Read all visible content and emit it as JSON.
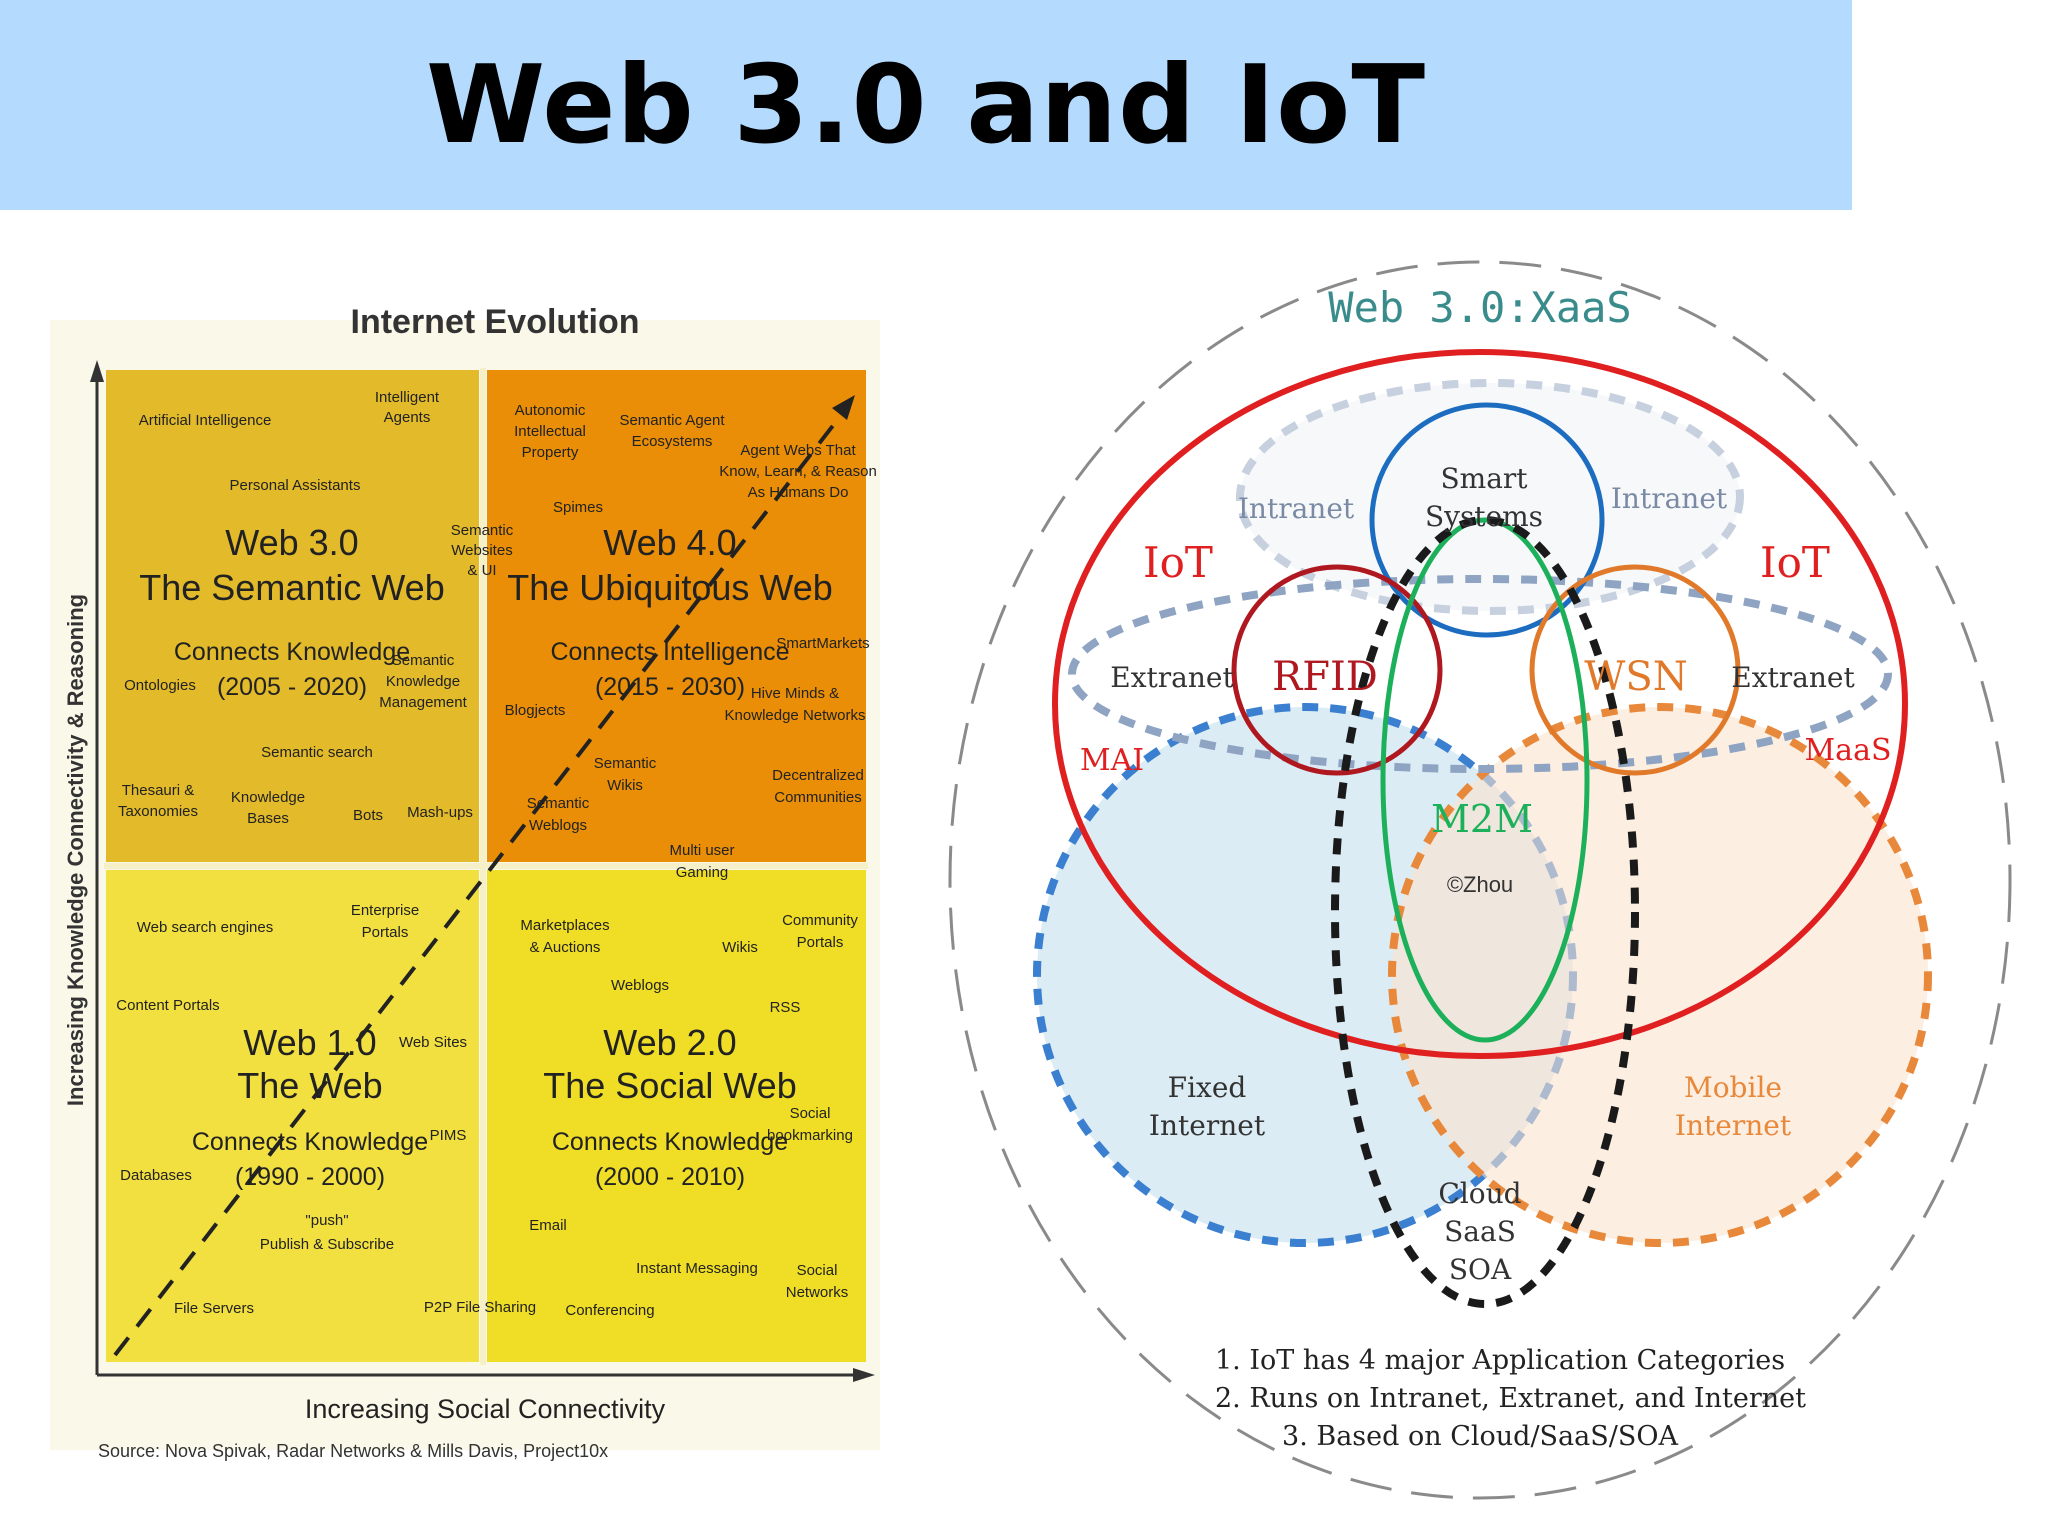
{
  "slide": {
    "title": "Web 3.0 and IoT"
  },
  "evolution": {
    "title": "Internet Evolution",
    "ylabel": "Increasing Knowledge Connectivity & Reasoning",
    "xlabel": "Increasing Social Connectivity",
    "source": "Source: Nova Spivak, Radar Networks & Mills Davis, Project10x",
    "colors": {
      "q1": "#e2ba2a",
      "q2": "#e98e06",
      "q3": "#f2e040",
      "q4": "#f0de26",
      "frame": "#f1efc0"
    },
    "quadrants": {
      "web3": {
        "line1": "Web 3.0",
        "line2": "The Semantic Web",
        "line3": "Connects Knowledge",
        "line4": "(2005 - 2020)"
      },
      "web4": {
        "line1": "Web 4.0",
        "line2": "The Ubiquitous Web",
        "line3": "Connects Intelligence",
        "line4": "(2015 - 2030)"
      },
      "web1": {
        "line1": "Web 1.0",
        "line2": "The Web",
        "line3": "Connects Knowledge",
        "line4": "(1990 - 2000)"
      },
      "web2": {
        "line1": "Web 2.0",
        "line2": "The Social Web",
        "line3": "Connects Knowledge",
        "line4": "(2000 - 2010)"
      }
    },
    "labels": {
      "ai": "Artificial Intelligence",
      "intelligent_agents": [
        "Intelligent",
        "Agents"
      ],
      "personal_assistants": "Personal Assistants",
      "semantic_websites": [
        "Semantic",
        "Websites",
        "& UI"
      ],
      "ontologies": "Ontologies",
      "semantic_km": [
        "Semantic",
        "Knowledge",
        "Management"
      ],
      "semantic_search": "Semantic search",
      "thesauri": [
        "Thesauri &",
        "Taxonomies"
      ],
      "knowledge_bases": [
        "Knowledge",
        "Bases"
      ],
      "bots": "Bots",
      "mashups": "Mash-ups",
      "autonomic": [
        "Autonomic",
        "Intellectual",
        "Property"
      ],
      "semantic_agent_eco": [
        "Semantic Agent",
        "Ecosystems"
      ],
      "agent_webs": [
        "Agent Webs That",
        "Know, Learn, & Reason",
        "As Humans Do"
      ],
      "spimes": "Spimes",
      "smartmarkets": "SmartMarkets",
      "blogjects": "Blogjects",
      "hive_minds": [
        "Hive Minds &",
        "Knowledge Networks"
      ],
      "semantic_wikis": [
        "Semantic",
        "Wikis"
      ],
      "semantic_weblogs": [
        "Semantic",
        "Weblogs"
      ],
      "decentralized": [
        "Decentralized",
        "Communities"
      ],
      "multiuser": [
        "Multi user",
        "Gaming"
      ],
      "web_search": "Web search engines",
      "enterprise_portals": [
        "Enterprise",
        "Portals"
      ],
      "content_portals": "Content Portals",
      "web_sites": "Web Sites",
      "pims": "PIMS",
      "databases": "Databases",
      "push": [
        "\"push\"",
        "Publish & Subscribe"
      ],
      "file_servers": "File Servers",
      "p2p": "P2P File Sharing",
      "marketplaces": [
        "Marketplaces",
        "& Auctions"
      ],
      "wikis": "Wikis",
      "community_portals": [
        "Community",
        "Portals"
      ],
      "weblogs": "Weblogs",
      "rss": "RSS",
      "social_bookmarking": [
        "Social",
        "bookmarking"
      ],
      "email": "Email",
      "instant_messaging": "Instant Messaging",
      "conferencing": "Conferencing",
      "social_networks": [
        "Social",
        "Networks"
      ]
    }
  },
  "iot": {
    "title": "Web 3.0:XaaS",
    "iot_left": "IoT",
    "iot_right": "IoT",
    "intranet_left": "Intranet",
    "intranet_right": "Intranet",
    "smart_systems": [
      "Smart",
      "Systems"
    ],
    "extranet_left": "Extranet",
    "extranet_right": "Extranet",
    "rfid": "RFID",
    "wsn": "WSN",
    "mai": "MAI",
    "maas": "MaaS",
    "m2m": "M2M",
    "credit": "©Zhou",
    "fixed_internet": [
      "Fixed",
      "Internet"
    ],
    "mobile_internet": [
      "Mobile",
      "Internet"
    ],
    "cloud": [
      "Cloud",
      "SaaS",
      "SOA"
    ],
    "notes": [
      "1. IoT has 4 major Application Categories",
      "2. Runs on Intranet, Extranet, and Internet",
      "3. Based on Cloud/SaaS/SOA"
    ],
    "colors": {
      "red": "#e02020",
      "teal": "#3a8c8c",
      "blue": "#3a7fd0",
      "orange": "#e8883a",
      "green": "#1db05a",
      "darkred": "#b01820",
      "smartblue": "#1c6cc0",
      "grey": "#8ea4c2"
    }
  }
}
